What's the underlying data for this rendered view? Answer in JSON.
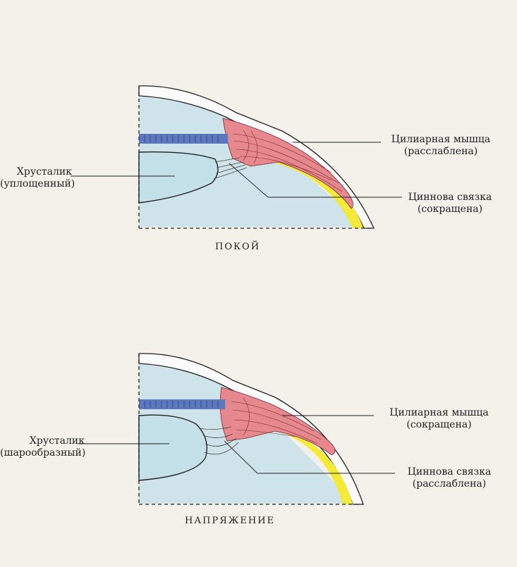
{
  "diagrams": [
    {
      "caption": "ПОКОЙ",
      "lens": {
        "name": "Хрусталик",
        "state": "(уплощенный)"
      },
      "muscle": {
        "name": "Цилиарная мышца",
        "state": "(расслаблена)"
      },
      "ligament": {
        "name": "Циннова связка",
        "state": "(сокращена)"
      }
    },
    {
      "caption": "НАПРЯЖЕНИЕ",
      "lens": {
        "name": "Хрусталик",
        "state": "(шарообразный)"
      },
      "muscle": {
        "name": "Цилиарная мышца",
        "state": "(сокращена)"
      },
      "ligament": {
        "name": "Циннова связка",
        "state": "(расслаблена)"
      }
    }
  ],
  "colors": {
    "fluid": "#cfe4ea",
    "lens": "#c4e0e8",
    "muscle": "#e7888f",
    "iris": "#5d78bf",
    "sclera": "#fbfbfb",
    "retina": "#f3ea3a",
    "outline": "#222222"
  }
}
